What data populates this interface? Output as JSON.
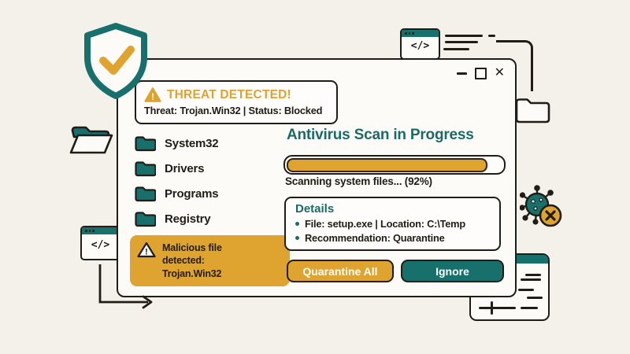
{
  "colors": {
    "teal": "#17706b",
    "gold": "#dfa42f",
    "ink": "#211d16",
    "bg": "#f4f1ea",
    "panel": "#fdfbf7"
  },
  "icons": {
    "code": "</>",
    "close": "✕",
    "warning": "!"
  },
  "window": {
    "threat_alert": {
      "title": "THREAT DETECTED!",
      "details": "Threat: Trojan.Win32 | Status: Blocked"
    },
    "folders": [
      "System32",
      "Drivers",
      "Programs",
      "Registry"
    ],
    "malicious_alert": "Malicious file detected: Trojan.Win32",
    "scan": {
      "title": "Antivirus Scan in Progress",
      "progress_percent": 92,
      "status": "Scanning system files... (92%)"
    },
    "details": {
      "title": "Details",
      "items": [
        "File: setup.exe | Location: C:\\Temp",
        "Recommendation: Quarantine"
      ]
    },
    "actions": {
      "quarantine": "Quarantine All",
      "ignore": "Ignore"
    }
  }
}
